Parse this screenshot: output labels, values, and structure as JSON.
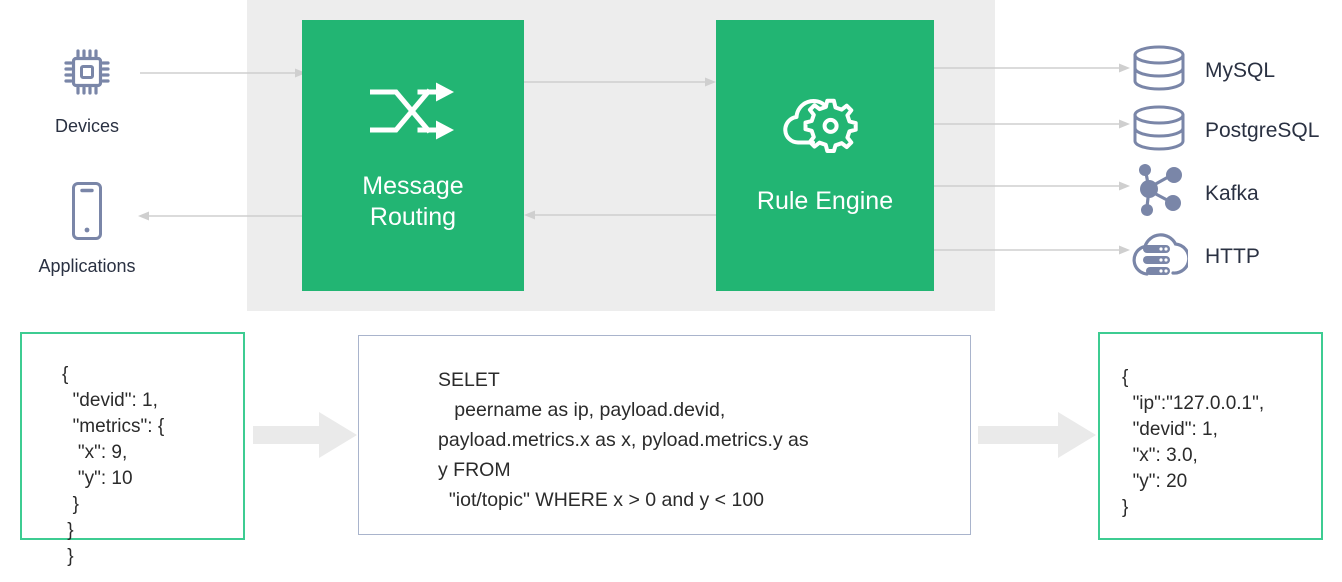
{
  "diagram": {
    "title": "EMQX message routing and rule engine data flow",
    "colors": {
      "green": "#22b573",
      "green_border": "#3dcc92",
      "panel_grey": "#ededed",
      "arrow_grey": "#cfcfcf",
      "block_arrow_grey": "#eaeaea",
      "icon_blue_grey": "#7a86a8",
      "text_dark": "#2a3142",
      "sql_border": "#a9b4cc"
    }
  },
  "sources": [
    {
      "id": "devices",
      "label": "Devices",
      "icon": "chip-icon"
    },
    {
      "id": "applications",
      "label": "Applications",
      "icon": "mobile-phone-icon"
    }
  ],
  "processes": [
    {
      "id": "message-routing",
      "label": "Message\nRouting",
      "icon": "shuffle-arrows-icon"
    },
    {
      "id": "rule-engine",
      "label": "Rule Engine",
      "icon": "cloud-gear-icon"
    }
  ],
  "destinations": [
    {
      "id": "mysql",
      "label": "MySQL",
      "icon": "database-cylinder-icon"
    },
    {
      "id": "postgresql",
      "label": "PostgreSQL",
      "icon": "database-cylinder-icon"
    },
    {
      "id": "kafka",
      "label": "Kafka",
      "icon": "node-graph-icon"
    },
    {
      "id": "http",
      "label": "HTTP",
      "icon": "cloud-server-icon"
    }
  ],
  "flow": {
    "input_payload": "{\n  \"devid\": 1,\n  \"metrics\": {\n   \"x\": 9,\n   \"y\": 10\n  }\n }\n }",
    "sql_rule": "SELET\n   peername as ip, payload.devid,\npayload.metrics.x as x, pyload.metrics.y as\ny FROM\n  \"iot/topic\" WHERE x > 0 and y < 100",
    "output_payload": "{\n  \"ip\":\"127.0.0.1\",\n  \"devid\": 1,\n  \"x\": 3.0,\n  \"y\": 20\n}"
  }
}
